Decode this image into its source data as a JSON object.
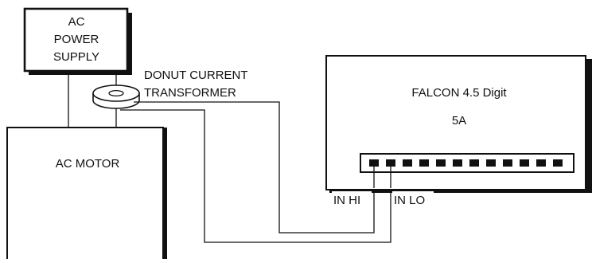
{
  "power_supply": {
    "line1": "AC",
    "line2": "POWER",
    "line3": "SUPPLY"
  },
  "transformer": {
    "line1": "DONUT CURRENT",
    "line2": "TRANSFORMER"
  },
  "motor": {
    "label": "AC MOTOR"
  },
  "meter": {
    "model": "FALCON 4.5 Digit",
    "range": "5A"
  },
  "terminals": {
    "in_hi": "IN HI",
    "in_lo": "IN LO"
  }
}
